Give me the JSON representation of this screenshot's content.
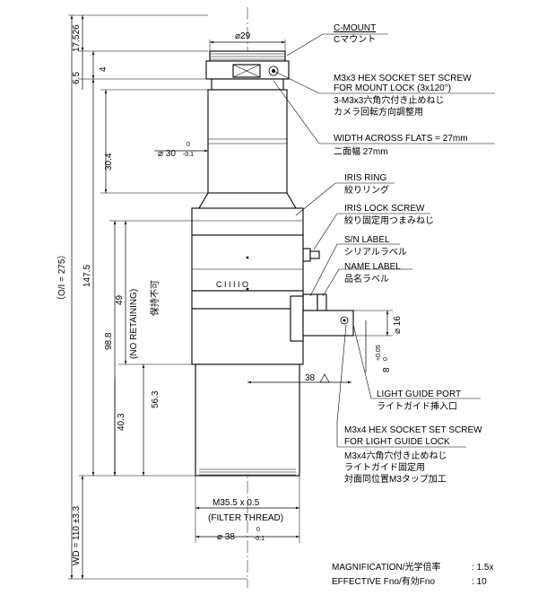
{
  "dimensions": {
    "total_oi": "（O/I = 275）",
    "wd": "WD = 110 ±3.3",
    "d_17_526": "17.526",
    "d_6_5": "6.5",
    "d_4": "4",
    "d_147_5": "147.5",
    "d_30_4": "30.4",
    "d_98_8": "98.8",
    "d_49": "49",
    "d_56_3": "56.3",
    "d_40_3": "40.3",
    "d_38": "38",
    "dia_29": "⌀29",
    "dia_30": "⌀ 30",
    "dia_30_tol_upper": "0",
    "dia_30_tol_lower": "-0.1",
    "dia_16": "⌀ 16",
    "d_8": "8",
    "d_8_tol_upper": "+0.05",
    "d_8_tol_lower": "0",
    "thread": "M35.5 x 0.5",
    "thread_note": "(FILTER THREAD)",
    "dia_38": "⌀ 38",
    "dia_38_tol_upper": "0",
    "dia_38_tol_lower": "-0.1"
  },
  "callouts": {
    "cmount_en": "C-MOUNT",
    "cmount_jp": "Cマウント",
    "set_screw_en_1": "M3x3 HEX SOCKET SET SCREW",
    "set_screw_en_2": "FOR MOUNT LOCK (3x120°)",
    "set_screw_jp_1": "3-M3x3六角穴付き止めねじ",
    "set_screw_jp_2": "カメラ回転方向調整用",
    "flats_en": "WIDTH ACROSS FLATS = 27mm",
    "flats_jp": "二面幅 27mm",
    "iris_ring_en": "IRIS RING",
    "iris_ring_jp": "絞りリング",
    "iris_lock_en": "IRIS LOCK SCREW",
    "iris_lock_jp": "絞り固定用つまみねじ",
    "sn_label_en": "S/N LABEL",
    "sn_label_jp": "シリアルラベル",
    "name_label_en": "NAME LABEL",
    "name_label_jp": "品名ラベル",
    "no_retaining": "(NO RETAINING)",
    "no_retaining_jp": "保持不可",
    "light_port_en": "LIGHT GUIDE PORT",
    "light_port_jp": "ライトガイド挿入口",
    "lg_screw_en_1": "M3x4 HEX SOCKET SET SCREW",
    "lg_screw_en_2": "FOR LIGHT GUIDE LOCK",
    "lg_screw_jp_1": "M3x4六角穴付き止めねじ",
    "lg_screw_jp_2": "ライトガイド固定用",
    "lg_screw_jp_3": "対面同位置M3タップ加工",
    "ring_scale": "C I I I I O"
  },
  "specs": {
    "magnification_label": "MAGNIFICATION/光学倍率",
    "magnification_value": ": 1.5x",
    "fno_label": "EFFECTIVE Fno/有効Fno",
    "fno_value": ": 10"
  }
}
